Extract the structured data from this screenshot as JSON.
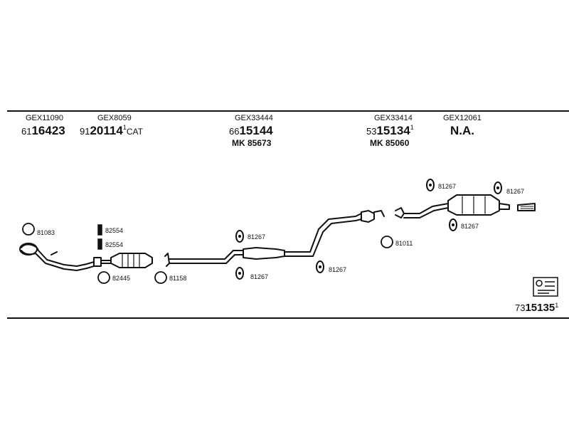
{
  "header_parts": [
    {
      "code": "GEX11090",
      "prefix": "61",
      "number": "16423",
      "suffix": "",
      "extra": ""
    },
    {
      "code": "GEX8059",
      "prefix": "91",
      "number": "20114",
      "suffix": "1",
      "extra": "CAT"
    },
    {
      "code": "GEX33444",
      "prefix": "66",
      "number": "15144",
      "suffix": "",
      "extra": "",
      "mk": "MK 85673"
    },
    {
      "code": "GEX33414",
      "prefix": "53",
      "number": "15134",
      "suffix": "1",
      "extra": "",
      "mk": "MK 85060"
    },
    {
      "code": "GEX12061",
      "prefix": "",
      "number": "N.A.",
      "suffix": "",
      "extra": ""
    }
  ],
  "labels": {
    "l81083": "81083",
    "l82554a": "82554",
    "l82554b": "82554",
    "l82445": "82445",
    "l81158": "81158",
    "l81267a": "81267",
    "l81267b": "81267",
    "l81267c": "81267",
    "l81011": "81011",
    "l81267d": "81267",
    "l81267e": "81267",
    "l81267f": "81267"
  },
  "footer": {
    "prefix": "73",
    "number": "15135",
    "suffix": "1"
  }
}
